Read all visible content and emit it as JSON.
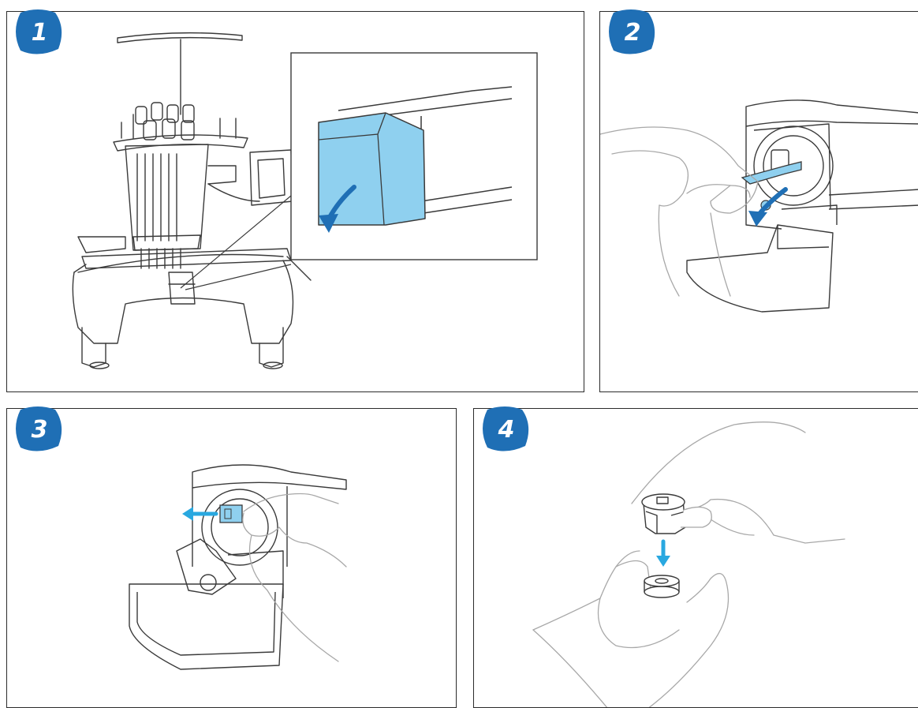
{
  "steps": [
    {
      "number": "1",
      "image": "embroidery-machine-opening-hook-cover"
    },
    {
      "number": "2",
      "image": "pulling-bobbin-case-latch"
    },
    {
      "number": "3",
      "image": "removing-bobbin-case"
    },
    {
      "number": "4",
      "image": "inserting-bobbin-into-case"
    }
  ],
  "colors": {
    "badge": "#1f6fb5",
    "accent": "#8fd0ef",
    "arrow": "#29a8e0",
    "line": "#3a3a3a",
    "hand": "#a8a8a8"
  }
}
